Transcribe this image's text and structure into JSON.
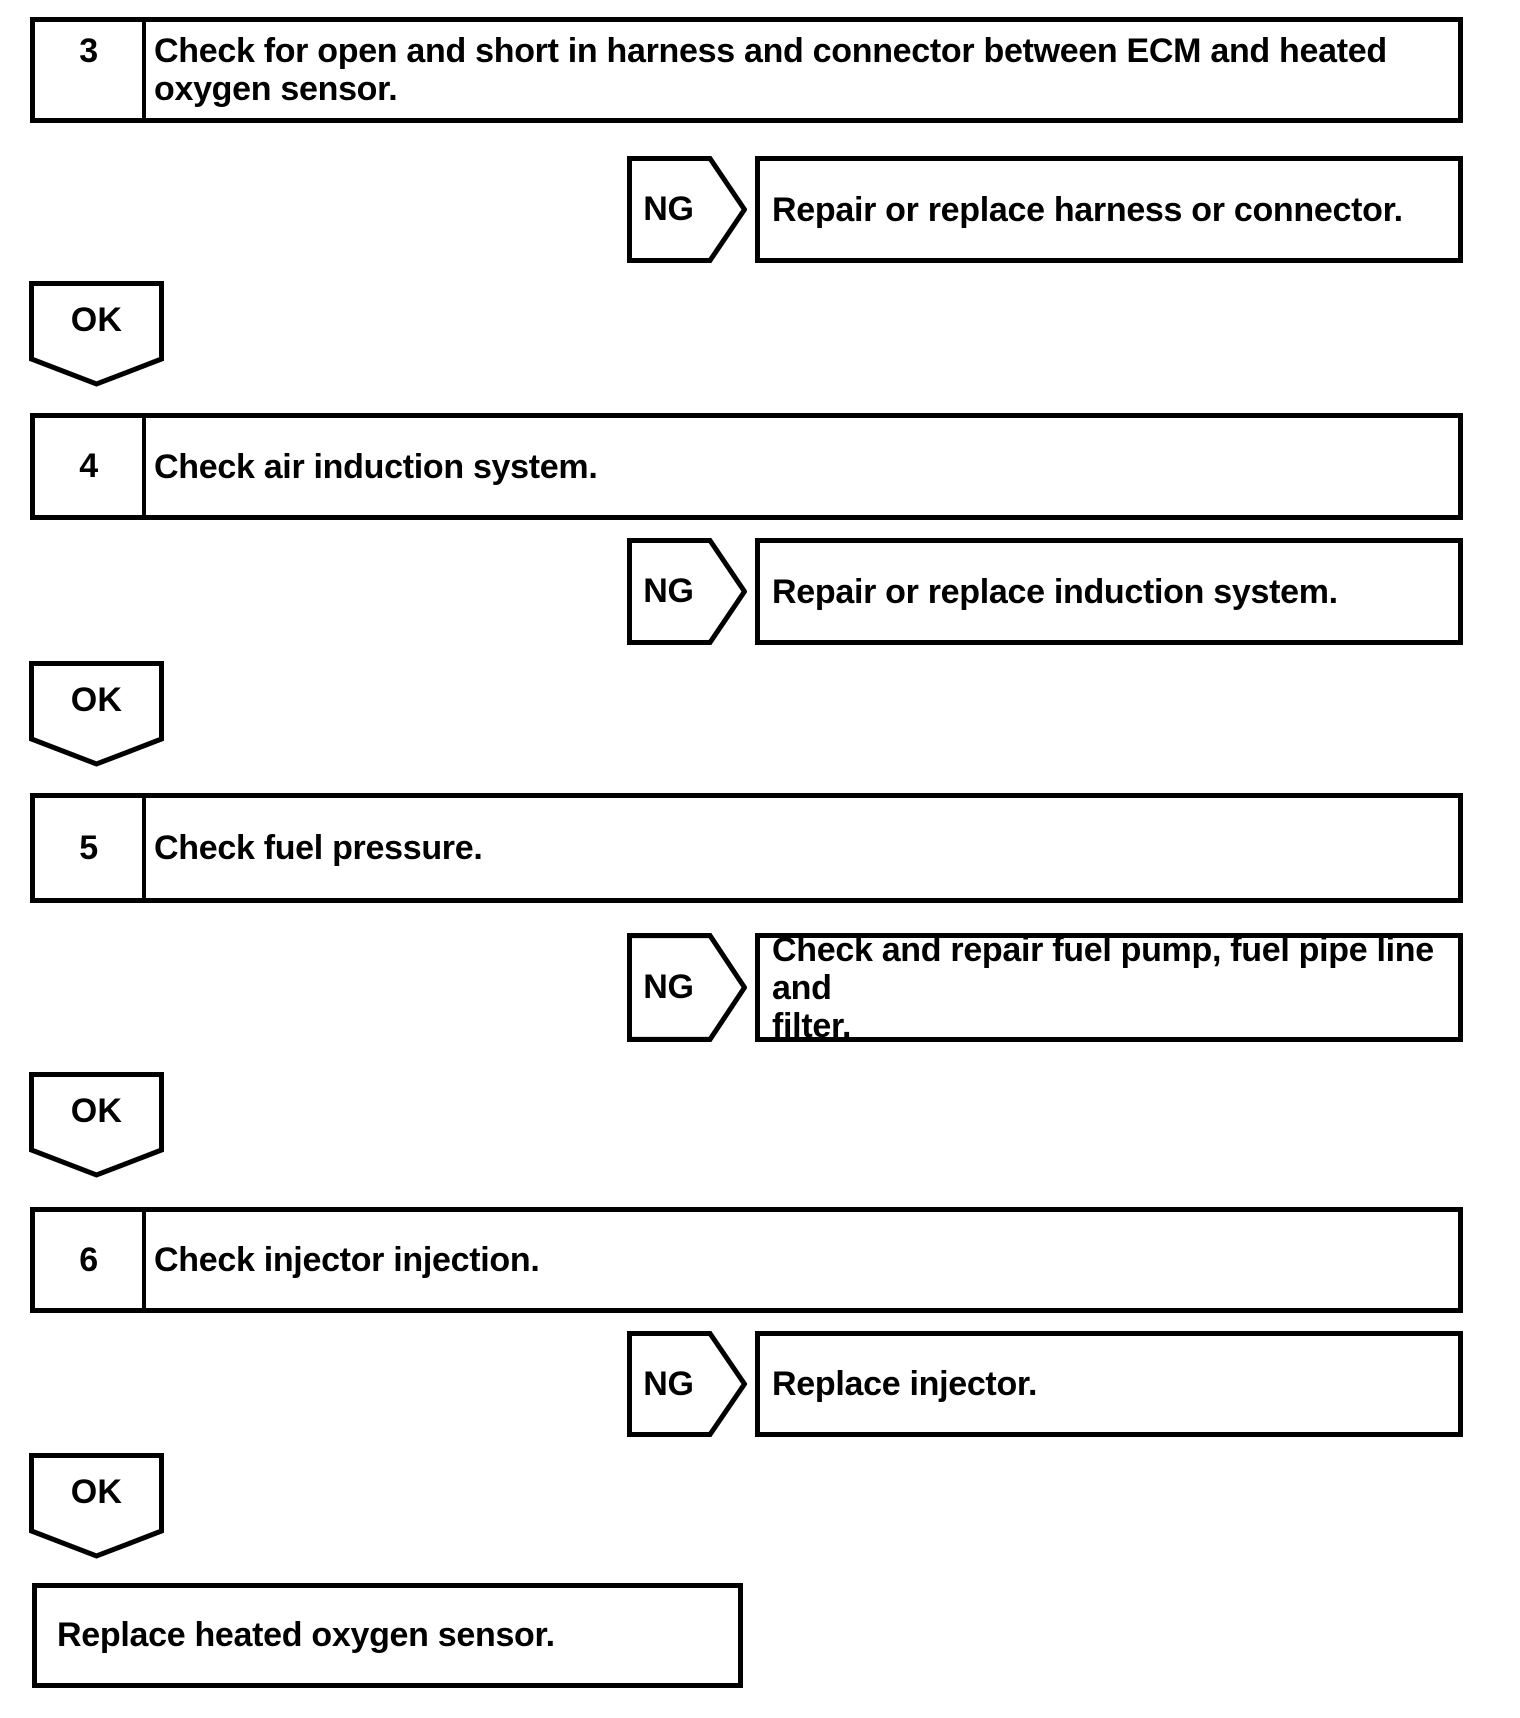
{
  "page": {
    "background_color": "#ffffff",
    "line_color": "#000000"
  },
  "flow": {
    "steps": [
      {
        "number": "3",
        "text": "Check for open and short in harness and connector between ECM and heated\noxygen sensor.",
        "ng_label": "NG",
        "ng_action": "Repair or replace harness or connector.",
        "ok_label": "OK"
      },
      {
        "number": "4",
        "text": "Check air induction system.",
        "ng_label": "NG",
        "ng_action": "Repair or replace induction system.",
        "ok_label": "OK"
      },
      {
        "number": "5",
        "text": "Check fuel pressure.",
        "ng_label": "NG",
        "ng_action": "Check and repair fuel pump, fuel pipe line and\nfilter.",
        "ok_label": "OK"
      },
      {
        "number": "6",
        "text": "Check injector injection.",
        "ng_label": "NG",
        "ng_action": "Replace injector.",
        "ok_label": "OK"
      }
    ],
    "final_action": "Replace heated oxygen sensor."
  }
}
